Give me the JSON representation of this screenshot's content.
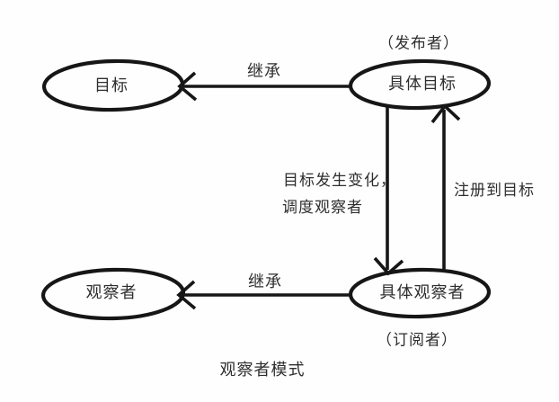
{
  "diagram": {
    "caption": "观察者模式",
    "colors": {
      "stroke": "#161616",
      "text": "#2e2e2e",
      "background": "#fefefe"
    },
    "nodes": {
      "subject": {
        "label": "目标"
      },
      "concrete_subject": {
        "label": "具体目标",
        "annotation": "（发布者）"
      },
      "observer": {
        "label": "观察者"
      },
      "concrete_observer": {
        "label": "具体观察者",
        "annotation": "（订阅者）"
      }
    },
    "edges": {
      "inherit_top": {
        "label": "继承"
      },
      "inherit_bottom": {
        "label": "继承"
      },
      "notify": {
        "label_line1": "目标发生变化，",
        "label_line2": "调度观察者"
      },
      "register": {
        "label": "注册到目标"
      }
    }
  }
}
